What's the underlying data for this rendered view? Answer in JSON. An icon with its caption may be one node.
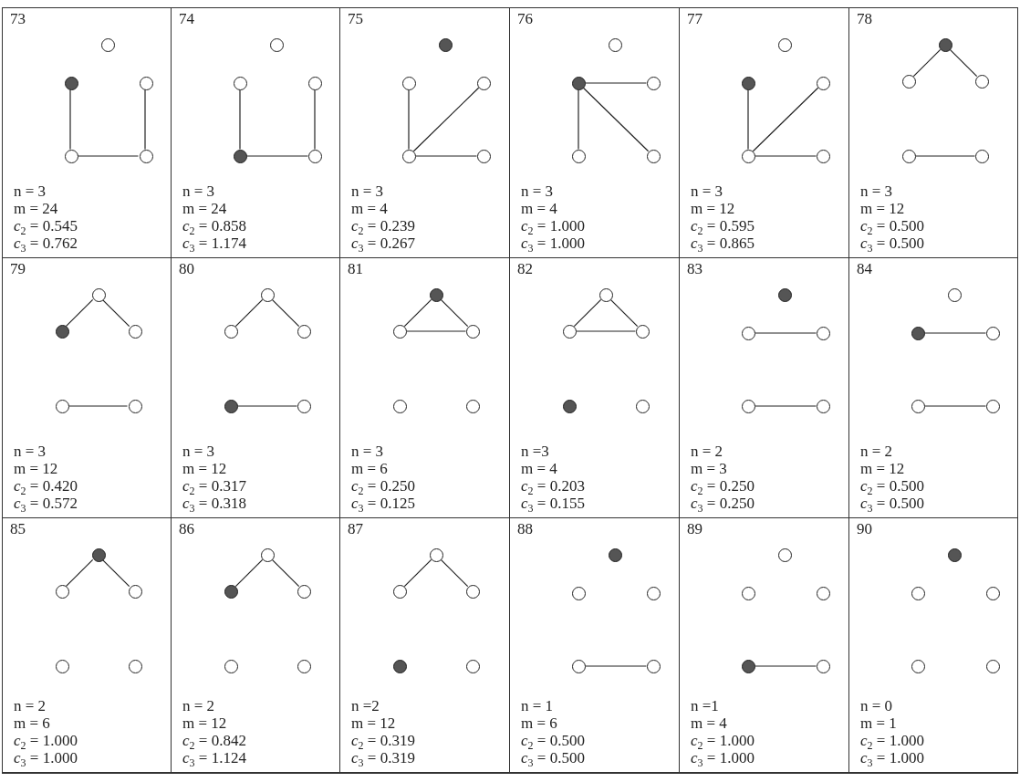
{
  "diagram": {
    "nodes": [
      {
        "text": [
          "73",
          "n = 3",
          "m = 24",
          "*c*$_{2}$ = 0.545",
          "*c*$_{3}$ = 0.762"
        ]
      },
      {
        "text": [],
        "shape": "circle",
        "in": 0
      },
      {
        "text": [],
        "shape": "dot",
        "in": 0
      },
      {
        "text": [],
        "shape": "circle",
        "in": 0
      },
      {
        "text": [],
        "shape": "circle",
        "in": 0
      },
      {
        "text": [],
        "shape": "circle",
        "in": 0
      },
      {
        "text": [
          "74",
          "n = 3",
          "m = 24",
          "*c*$_{2}$ = 0.858",
          "*c*$_{3}$ = 1.174"
        ]
      },
      {
        "text": [],
        "shape": "circle",
        "in": 6
      },
      {
        "text": [],
        "shape": "circle",
        "in": 6
      },
      {
        "text": [],
        "shape": "circle",
        "in": 6
      },
      {
        "text": [],
        "shape": "dot",
        "in": 6
      },
      {
        "text": [],
        "shape": "circle",
        "in": 6
      },
      {
        "text": [
          "75",
          "n = 3",
          "m = 4",
          "*c*$_{2}$ = 0.239",
          "*c*$_{3}$ = 0.267"
        ]
      },
      {
        "text": [],
        "shape": "dot",
        "in": 12
      },
      {
        "text": [],
        "shape": "circle",
        "in": 12
      },
      {
        "text": [],
        "shape": "circle",
        "in": 12
      },
      {
        "text": [],
        "shape": "circle",
        "in": 12
      },
      {
        "text": [],
        "shape": "circle",
        "in": 12
      },
      {
        "text": [
          "76",
          "n = 3",
          "m = 4",
          "*c*$_{2}$ = 1.000",
          "*c*$_{3}$ = 1.000"
        ]
      },
      {
        "text": [],
        "shape": "circle",
        "in": 18
      },
      {
        "text": [],
        "shape": "dot",
        "in": 18
      },
      {
        "text": [],
        "shape": "circle",
        "in": 18
      },
      {
        "text": [],
        "shape": "circle",
        "in": 18
      },
      {
        "text": [],
        "shape": "circle",
        "in": 18
      },
      {
        "text": [
          "77",
          "n = 3",
          "m = 12",
          "*c*$_{2}$ = 0.595",
          "*c*$_{3}$ = 0.865"
        ]
      },
      {
        "text": [],
        "shape": "circle",
        "in": 24
      },
      {
        "text": [],
        "shape": "dot",
        "in": 24
      },
      {
        "text": [],
        "shape": "circle",
        "in": 24
      },
      {
        "text": [],
        "shape": "circle",
        "in": 24
      },
      {
        "text": [],
        "shape": "circle",
        "in": 24
      },
      {
        "text": [
          "78",
          "n = 3",
          "m = 12",
          "*c*$_{2}$ = 0.500",
          "*c*$_{3}$ = 0.500"
        ]
      },
      {
        "text": [],
        "shape": "dot",
        "in": 30
      },
      {
        "text": [],
        "shape": "circle",
        "in": 30
      },
      {
        "text": [],
        "shape": "circle",
        "in": 30
      },
      {
        "text": [],
        "shape": "circle",
        "in": 30
      },
      {
        "text": [],
        "shape": "circle",
        "in": 30
      },
      {
        "text": [
          "79",
          "n = 3",
          "m = 12",
          "*c*$_{2}$ = 0.420",
          "*c*$_{3}$ = 0.572"
        ]
      },
      {
        "text": [],
        "shape": "circle",
        "in": 36
      },
      {
        "text": [],
        "shape": "dot",
        "in": 36
      },
      {
        "text": [],
        "shape": "circle",
        "in": 36
      },
      {
        "text": [],
        "shape": "circle",
        "in": 36
      },
      {
        "text": [],
        "shape": "circle",
        "in": 36
      },
      {
        "text": [
          "80",
          "n = 3",
          "m = 12",
          "*c*$_{2}$ = 0.317",
          "*c*$_{3}$ = 0.318"
        ]
      },
      {
        "text": [],
        "shape": "circle",
        "in": 42
      },
      {
        "text": [],
        "shape": "circle",
        "in": 42
      },
      {
        "text": [],
        "shape": "circle",
        "in": 42
      },
      {
        "text": [],
        "shape": "dot",
        "in": 42
      },
      {
        "text": [],
        "shape": "circle",
        "in": 42
      },
      {
        "text": [
          "81",
          "n = 3",
          "m = 6",
          "*c*$_{2}$ = 0.250",
          "*c*$_{3}$ = 0.125"
        ]
      },
      {
        "text": [],
        "shape": "dot",
        "in": 48
      },
      {
        "text": [],
        "shape": "circle",
        "in": 48
      },
      {
        "text": [],
        "shape": "circle",
        "in": 48
      },
      {
        "text": [],
        "shape": "circle",
        "in": 48
      },
      {
        "text": [],
        "shape": "circle",
        "in": 48
      },
      {
        "text": [
          "82",
          "n =3",
          "m = 4",
          "*c*$_{2}$ = 0.203",
          "*c*$_{3}$ = 0.155"
        ]
      },
      {
        "text": [],
        "shape": "circle",
        "in": 54
      },
      {
        "text": [],
        "shape": "circle",
        "in": 54
      },
      {
        "text": [],
        "shape": "circle",
        "in": 54
      },
      {
        "text": [],
        "shape": "dot",
        "in": 54
      },
      {
        "text": [],
        "shape": "circle",
        "in": 54
      },
      {
        "text": [
          "83",
          "n = 2",
          "m = 3",
          "*c*$_{2}$ = 0.250",
          "*c*$_{3}$ = 0.250"
        ]
      },
      {
        "text": [],
        "shape": "dot",
        "in": 60
      },
      {
        "text": [],
        "shape": "circle",
        "in": 60
      },
      {
        "text": [],
        "shape": "circle",
        "in": 60
      },
      {
        "text": [],
        "shape": "circle",
        "in": 60
      },
      {
        "text": [],
        "shape": "circle",
        "in": 60
      },
      {
        "text": [
          "84",
          "n = 2",
          "m = 12",
          "*c*$_{2}$ = 0.500",
          "*c*$_{3}$ = 0.500"
        ]
      },
      {
        "text": [],
        "shape": "circle",
        "in": 66
      },
      {
        "text": [],
        "shape": "dot",
        "in": 66
      },
      {
        "text": [],
        "shape": "circle",
        "in": 66
      },
      {
        "text": [],
        "shape": "circle",
        "in": 66
      },
      {
        "text": [],
        "shape": "circle",
        "in": 66
      },
      {
        "text": [
          "85",
          "n = 2",
          "m = 6",
          "*c*$_{2}$ = 1.000",
          "*c*$_{3}$ = 1.000"
        ]
      },
      {
        "text": [],
        "shape": "dot",
        "in": 72
      },
      {
        "text": [],
        "shape": "circle",
        "in": 72
      },
      {
        "text": [],
        "shape": "circle",
        "in": 72
      },
      {
        "text": [],
        "shape": "circle",
        "in": 72
      },
      {
        "text": [],
        "shape": "circle",
        "in": 72
      },
      {
        "text": [
          "86",
          "n = 2",
          "m = 12",
          "*c*$_{2}$ = 0.842",
          "*c*$_{3}$ = 1.124"
        ]
      },
      {
        "text": [],
        "shape": "circle",
        "in": 78
      },
      {
        "text": [],
        "shape": "dot",
        "in": 78
      },
      {
        "text": [],
        "shape": "circle",
        "in": 78
      },
      {
        "text": [],
        "shape": "circle",
        "in": 78
      },
      {
        "text": [],
        "shape": "circle",
        "in": 78
      },
      {
        "text": [
          "87",
          "n =2",
          "m = 12",
          "*c*$_{2}$ = 0.319",
          "*c*$_{3}$ = 0.319"
        ]
      },
      {
        "text": [],
        "shape": "circle",
        "in": 84
      },
      {
        "text": [],
        "shape": "circle",
        "in": 84
      },
      {
        "text": [],
        "shape": "circle",
        "in": 84
      },
      {
        "text": [],
        "shape": "dot",
        "in": 84
      },
      {
        "text": [],
        "shape": "circle",
        "in": 84
      },
      {
        "text": [
          "88",
          "n = 1",
          "m = 6",
          "*c*$_{2}$ = 0.500",
          "*c*$_{3}$ = 0.500"
        ]
      },
      {
        "text": [],
        "shape": "dot",
        "in": 90
      },
      {
        "text": [],
        "shape": "circle",
        "in": 90
      },
      {
        "text": [],
        "shape": "circle",
        "in": 90
      },
      {
        "text": [],
        "shape": "circle",
        "in": 90
      },
      {
        "text": [],
        "shape": "circle",
        "in": 90
      },
      {
        "text": [
          "89",
          "n =1",
          "m = 4",
          "*c*$_{2}$ = 1.000",
          "*c*$_{3}$ = 1.000"
        ]
      },
      {
        "text": [],
        "shape": "circle",
        "in": 96
      },
      {
        "text": [],
        "shape": "circle",
        "in": 96
      },
      {
        "text": [],
        "shape": "circle",
        "in": 96
      },
      {
        "text": [],
        "shape": "dot",
        "in": 96
      },
      {
        "text": [],
        "shape": "circle",
        "in": 96
      },
      {
        "text": [
          "90",
          "n = 0",
          "m = 1",
          "*c*$_{2}$ = 1.000",
          "*c*$_{3}$ = 1.000"
        ]
      },
      {
        "text": [],
        "shape": "dot",
        "in": 102
      },
      {
        "text": [],
        "shape": "circle",
        "in": 102
      },
      {
        "text": [],
        "shape": "circle",
        "in": 102
      },
      {
        "text": [],
        "shape": "circle",
        "in": 102
      },
      {
        "text": [],
        "shape": "circle",
        "in": 102
      }
    ],
    "edges": [
      {
        "from": 2,
        "to": 4,
        "arrow": "none"
      },
      {
        "from": 4,
        "to": 5,
        "arrow": "none"
      },
      {
        "from": 3,
        "to": 5,
        "arrow": "none"
      },
      {
        "from": 8,
        "to": 10,
        "arrow": "none"
      },
      {
        "from": 10,
        "to": 11,
        "arrow": "none"
      },
      {
        "from": 9,
        "to": 11,
        "arrow": "none"
      },
      {
        "from": 14,
        "to": 16,
        "arrow": "none"
      },
      {
        "from": 16,
        "to": 15,
        "arrow": "none"
      },
      {
        "from": 16,
        "to": 17,
        "arrow": "none"
      },
      {
        "from": 20,
        "to": 21,
        "arrow": "none"
      },
      {
        "from": 20,
        "to": 22,
        "arrow": "none"
      },
      {
        "from": 20,
        "to": 23,
        "arrow": "none"
      },
      {
        "from": 26,
        "to": 28,
        "arrow": "none"
      },
      {
        "from": 28,
        "to": 27,
        "arrow": "none"
      },
      {
        "from": 28,
        "to": 29,
        "arrow": "none"
      },
      {
        "from": 31,
        "to": 32,
        "arrow": "none"
      },
      {
        "from": 31,
        "to": 33,
        "arrow": "none"
      },
      {
        "from": 34,
        "to": 35,
        "arrow": "none"
      },
      {
        "from": 37,
        "to": 38,
        "arrow": "none"
      },
      {
        "from": 37,
        "to": 39,
        "arrow": "none"
      },
      {
        "from": 40,
        "to": 41,
        "arrow": "none"
      },
      {
        "from": 43,
        "to": 44,
        "arrow": "none"
      },
      {
        "from": 43,
        "to": 45,
        "arrow": "none"
      },
      {
        "from": 46,
        "to": 47,
        "arrow": "none"
      },
      {
        "from": 49,
        "to": 50,
        "arrow": "none"
      },
      {
        "from": 49,
        "to": 51,
        "arrow": "none"
      },
      {
        "from": 50,
        "to": 51,
        "arrow": "none"
      },
      {
        "from": 55,
        "to": 56,
        "arrow": "none"
      },
      {
        "from": 55,
        "to": 57,
        "arrow": "none"
      },
      {
        "from": 56,
        "to": 57,
        "arrow": "none"
      },
      {
        "from": 62,
        "to": 63,
        "arrow": "none"
      },
      {
        "from": 64,
        "to": 65,
        "arrow": "none"
      },
      {
        "from": 68,
        "to": 69,
        "arrow": "none"
      },
      {
        "from": 70,
        "to": 71,
        "arrow": "none"
      },
      {
        "from": 73,
        "to": 74,
        "arrow": "none"
      },
      {
        "from": 73,
        "to": 75,
        "arrow": "none"
      },
      {
        "from": 79,
        "to": 80,
        "arrow": "none"
      },
      {
        "from": 79,
        "to": 81,
        "arrow": "none"
      },
      {
        "from": 85,
        "to": 86,
        "arrow": "none"
      },
      {
        "from": 85,
        "to": 87,
        "arrow": "none"
      },
      {
        "from": 94,
        "to": 95,
        "arrow": "none"
      },
      {
        "from": 100,
        "to": 101,
        "arrow": "none"
      }
    ]
  }
}
